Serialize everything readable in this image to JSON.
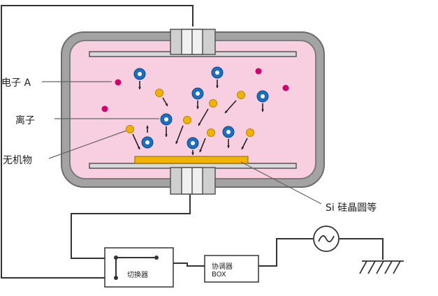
{
  "labels": {
    "electron": "电子 A",
    "ion": "离子",
    "inorganic": "无机物",
    "wafer": "Si 硅晶圆等",
    "switch": "切换器",
    "matcher_line1": "协调器",
    "matcher_line2": "BOX"
  },
  "colors": {
    "plasma": "#f7cfe0",
    "chamber": "#9a9a9a",
    "electron": "#d4006e",
    "ion": "#f2b200",
    "molecule": "#1a6fc0",
    "wafer": "#f2b200"
  },
  "icons": {
    "rf_source": "sine-wave-circle-icon",
    "ground": "ground-icon"
  }
}
